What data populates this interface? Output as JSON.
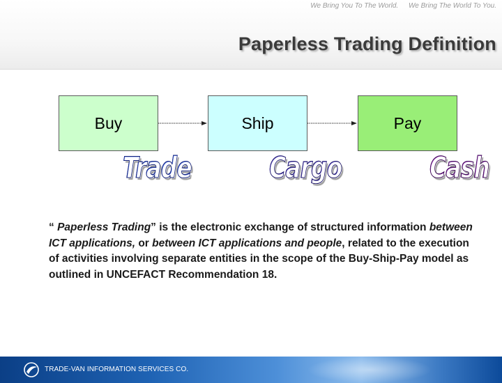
{
  "header": {
    "tagline_left": "We Bring You To The World.",
    "tagline_right": "We Bring The World To You.",
    "title": "Paperless Trading Definition"
  },
  "process": {
    "steps": [
      {
        "label": "Buy",
        "color": "#ccffcc"
      },
      {
        "label": "Ship",
        "color": "#ccffff"
      },
      {
        "label": "Pay",
        "color": "#99ee77"
      }
    ],
    "wordart": [
      {
        "label": "Trade",
        "color": "#3d63d8"
      },
      {
        "label": "Cargo",
        "color": "#5a4fc0"
      },
      {
        "label": "Cash",
        "color": "#8a2aa0"
      }
    ]
  },
  "definition": {
    "open_quote": "“",
    "term": "Paperless Trading",
    "close_quote": "”",
    "part1": " is the electronic exchange of structured information ",
    "em1": "between ICT applications,",
    "part2": " or ",
    "em2": "between ICT applications and people",
    "part3": ", related to the execution of activities involving separate entities in the scope of the Buy-Ship-Pay model as outlined in UNCEFACT Recommendation 18."
  },
  "footer": {
    "company": "TRADE-VAN INFORMATION SERVICES CO.",
    "logo_icon": "trade-van-logo-icon",
    "bar_color": "#1f63b4"
  }
}
